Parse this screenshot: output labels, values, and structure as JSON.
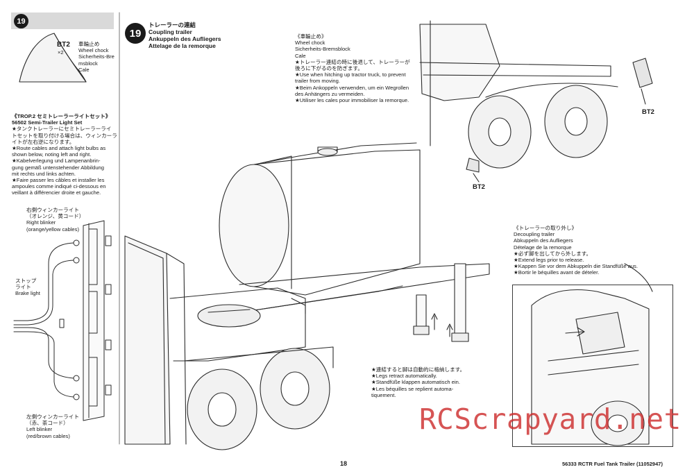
{
  "left": {
    "step_number": "19",
    "part_code": "BT2",
    "part_qty": "×2",
    "part_names": [
      "車輪止め",
      "Wheel chock",
      "Sicherheits-Bre",
      "msblock",
      "Cale"
    ],
    "lightset": {
      "title_jp": "《TROP.2 セミトレーラーライトセット》",
      "title_en": "56502 Semi-Trailer Light Set",
      "lines": [
        "★タンクトレーラーにセミトレーラーライ",
        "トセットを取り付ける場合は、ウィンカーラ",
        "イトが左右逆になります。",
        "★Route cables and attach light bulbs as",
        "shown below, noting left and right.",
        "★Kabelverlegung und Lampenanbrin-",
        "gung gemäß untenstehender Abbildung",
        "mit rechts und links achten.",
        "★Faire passer les câbles et installer les",
        "ampoules comme indiqué ci-dessous en",
        "veillant à différencier droite et gauche."
      ]
    },
    "right_blinker": [
      "右側ウィンカーライト",
      "（オレンジ、黄コード）",
      "Right blinker",
      "(orange/yellow cables)"
    ],
    "brake_light": [
      "ストップ",
      "ライト",
      "Brake light"
    ],
    "left_blinker": [
      "左側ウィンカーライト",
      "（赤、茶コード）",
      "Left blinker",
      "(red/brown cables)"
    ]
  },
  "main": {
    "step_number": "19",
    "title": [
      "トレーラーの連結",
      "Coupling trailer",
      "Ankuppeln des Aufliegers",
      "Attelage de la remorque"
    ],
    "wheel_chock": [
      "《車輪止め》",
      "Wheel chock",
      "Sicherheits-Bremsblock",
      "Cale",
      "★トレーラー連結の時に後退して、トレーラーが",
      "後ろに下がるのを防ぎます。",
      "★Use when hitching up tractor truck, to prevent",
      "trailer from moving.",
      "★Beim Ankoppeln verwenden, um ein Wegrollen",
      "des Anhängers zu vermeiden.",
      "★Utiliser les cales pour immobiliser la remorque."
    ],
    "bt2_label_a": "BT2",
    "bt2_label_b": "BT2",
    "legs_note": [
      "★連結すると脚は自動的に格納します。",
      "★Legs retract automatically.",
      "★Standfüße klappen automatisch ein.",
      "★Les béquilles se replient automa-",
      "tiquement."
    ],
    "decoupling": [
      "《トレーラーの取り外し》",
      "Decoupling trailer",
      "Abkuppeln des Aufliegers",
      "Dételage de la remorque",
      "★必ず脚を出してから外します。",
      "★Extend legs prior to release.",
      "★Kappen Sie vor dem Abkuppeln die Standfüße aus.",
      "★Bortir le béquilles avant de dételer."
    ]
  },
  "footer": {
    "page_number": "18",
    "product": "56333  RCTR Fuel Tank Trailer (11052947)"
  },
  "watermark": "RCScrapyard.net"
}
